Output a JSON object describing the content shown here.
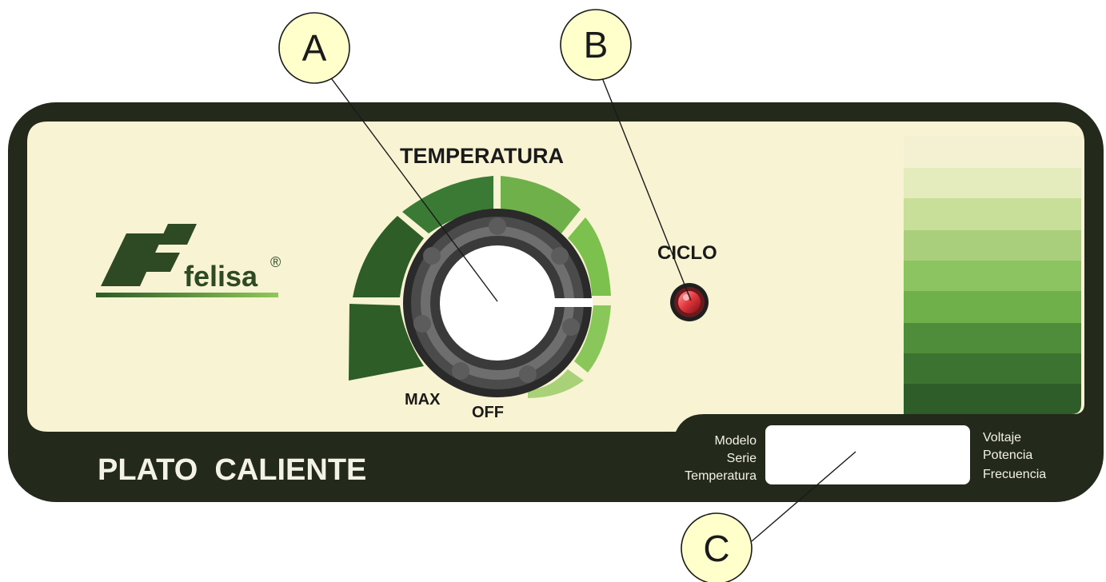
{
  "callouts": {
    "a": "A",
    "b": "B",
    "c": "C"
  },
  "brand": {
    "name": "felisa",
    "registered": "®"
  },
  "panel": {
    "title": "PLATO  CALIENTE",
    "knob_label": "TEMPERATURA",
    "knob_max": "MAX",
    "knob_off": "OFF",
    "indicator_label": "CICLO"
  },
  "plate": {
    "left_labels": [
      "Modelo",
      "Serie",
      "Temperatura"
    ],
    "right_labels": [
      "Voltaje",
      "Potencia",
      "Frecuencia"
    ]
  },
  "colors": {
    "frame": "#232a1c",
    "face": "#f8f3d2",
    "callout_fill": "#ffffcc",
    "green_dark": "#2d5a27",
    "green_light": "#7cc04d",
    "led": "#e0353c"
  }
}
